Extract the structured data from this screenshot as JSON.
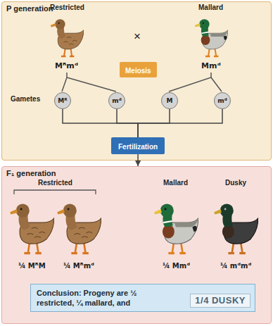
{
  "diagram": {
    "nodes": [
      {
        "text": [
          "P generation"
        ]
      },
      {
        "text": [
          "Meiosis"
        ],
        "in": 0
      },
      {
        "text": [
          "Mᴿ"
        ],
        "in": 0
      },
      {
        "text": [
          "mᵈ"
        ],
        "in": 0
      },
      {
        "text": [
          "M"
        ],
        "in": 0
      },
      {
        "text": [
          "mᵈ"
        ],
        "in": 0
      },
      {
        "text": [
          "Fertilization"
        ],
        "in": 0
      },
      {
        "text": [
          "F₁ generation"
        ]
      },
      {
        "text": [
          "Conclusion: Progeny are ½ restricted, ¼ mallard, and"
        ],
        "in": 7
      },
      {
        "text": [
          "1/4 DUSKY"
        ],
        "in": 8
      }
    ],
    "edges": [
      {
        "from": 2,
        "to": 6,
        "arrow": "none"
      },
      {
        "from": 3,
        "to": 6,
        "arrow": "none"
      },
      {
        "from": 4,
        "to": 6,
        "arrow": "none"
      },
      {
        "from": 5,
        "to": 6,
        "arrow": "none"
      },
      {
        "from": 6,
        "to": 7,
        "arrow": "to"
      }
    ],
    "labels": [
      "Restricted",
      "×",
      "Mallard",
      "Mᴿmᵈ",
      "Mmᵈ",
      "Gametes",
      "Restricted",
      "Mallard",
      "Dusky",
      "¼ MᴿM",
      "¼ Mᴿmᵈ",
      "¼ Mmᵈ",
      "¼ mᵈmᵈ"
    ]
  }
}
